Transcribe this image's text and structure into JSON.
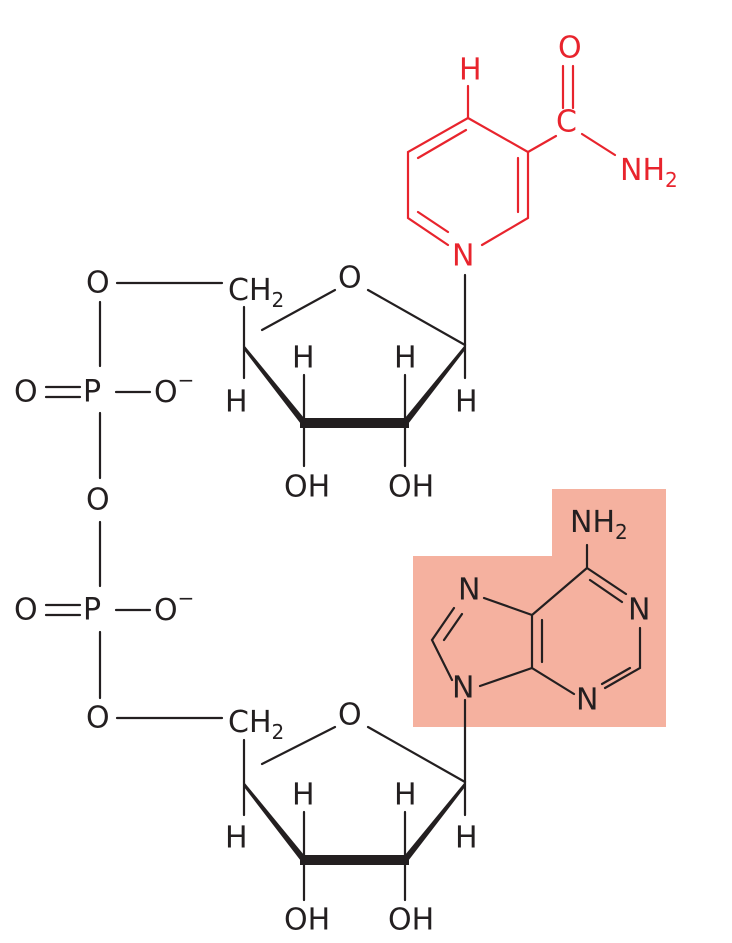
{
  "colors": {
    "nicotinamide": "#e8242d",
    "bonds": "#231f20",
    "adenine_highlight": "#f5b19f"
  },
  "nicotinamide": {
    "ring_h": "H",
    "carbonyl_o": "O",
    "carbonyl_c": "C",
    "amide_nh": "NH",
    "amide_sub": "2",
    "ring_n": "N"
  },
  "phosphate_backbone": {
    "o_top": "O",
    "o_double_1": "O",
    "p_1": "P",
    "o_minus_1": "O",
    "charge_1": "−",
    "o_bridge": "O",
    "o_double_2": "O",
    "p_2": "P",
    "o_minus_2": "O",
    "charge_2": "−",
    "o_bottom": "O"
  },
  "ribose_top": {
    "ch": "CH",
    "ch_sub": "2",
    "ring_o": "O",
    "h_left_low": "H",
    "h_left_up": "H",
    "h_right_up": "H",
    "h_right_low": "H",
    "oh_left": "OH",
    "oh_right": "OH"
  },
  "ribose_bottom": {
    "ch": "CH",
    "ch_sub": "2",
    "ring_o": "O",
    "h_left_low": "H",
    "h_left_up": "H",
    "h_right_up": "H",
    "h_right_low": "H",
    "oh_left": "OH",
    "oh_right": "OH"
  },
  "adenine": {
    "amine_nh": "NH",
    "amine_sub": "2",
    "n_top_left": "N",
    "n_top_right": "N",
    "n_glyco": "N",
    "n_bottom_right": "N"
  }
}
